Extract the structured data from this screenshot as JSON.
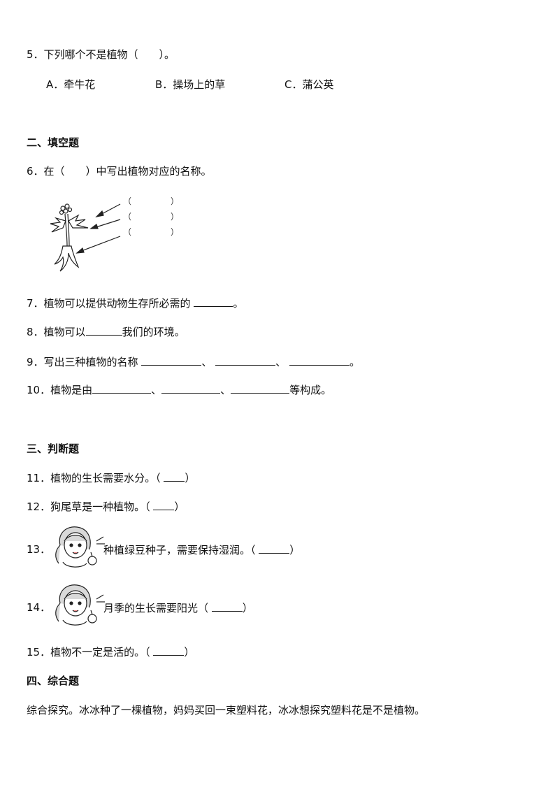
{
  "section_single_choice": {
    "q5": {
      "number": "5．",
      "text": "下列哪个不是植物（　　）。",
      "options": [
        "A．牵牛花",
        "B．操场上的草",
        "C．蒲公英"
      ]
    }
  },
  "section_fill": {
    "heading": "二、填空题",
    "q6": {
      "number": "6．",
      "text": "在（　　）中写出植物对应的名称。",
      "paren_open": "（",
      "paren_close": "）"
    },
    "q7": {
      "number": "7．",
      "text_before": "植物可以提供动物生存所必需的",
      "text_after": "。"
    },
    "q8": {
      "number": "8．",
      "text_before": "植物可以",
      "text_after": "我们的环境。"
    },
    "q9": {
      "number": "9．",
      "text_before": "写出三种植物的名称",
      "sep": "、",
      "text_after": "。"
    },
    "q10": {
      "number": "10．",
      "text_before": "植物是由",
      "sep": "、",
      "text_after": "等构成。"
    }
  },
  "section_judge": {
    "heading": "三、判断题",
    "q11": {
      "number": "11．",
      "text": "植物的生长需要水分。（",
      "close": "）"
    },
    "q12": {
      "number": "12．",
      "text": "狗尾草是一种植物。（",
      "close": "）"
    },
    "q13": {
      "number": "13．",
      "text": "种植绿豆种子，需要保持湿润。（",
      "close": "）"
    },
    "q14": {
      "number": "14．",
      "text": "月季的生长需要阳光（",
      "close": "）"
    },
    "q15": {
      "number": "15．",
      "text": "植物不一定是活的。（",
      "close": "）"
    }
  },
  "section_comprehensive": {
    "heading": "四、综合题",
    "text": "综合探究。冰冰种了一棵植物，妈妈买回一束塑料花，冰冰想探究塑料花是不是植物。"
  }
}
